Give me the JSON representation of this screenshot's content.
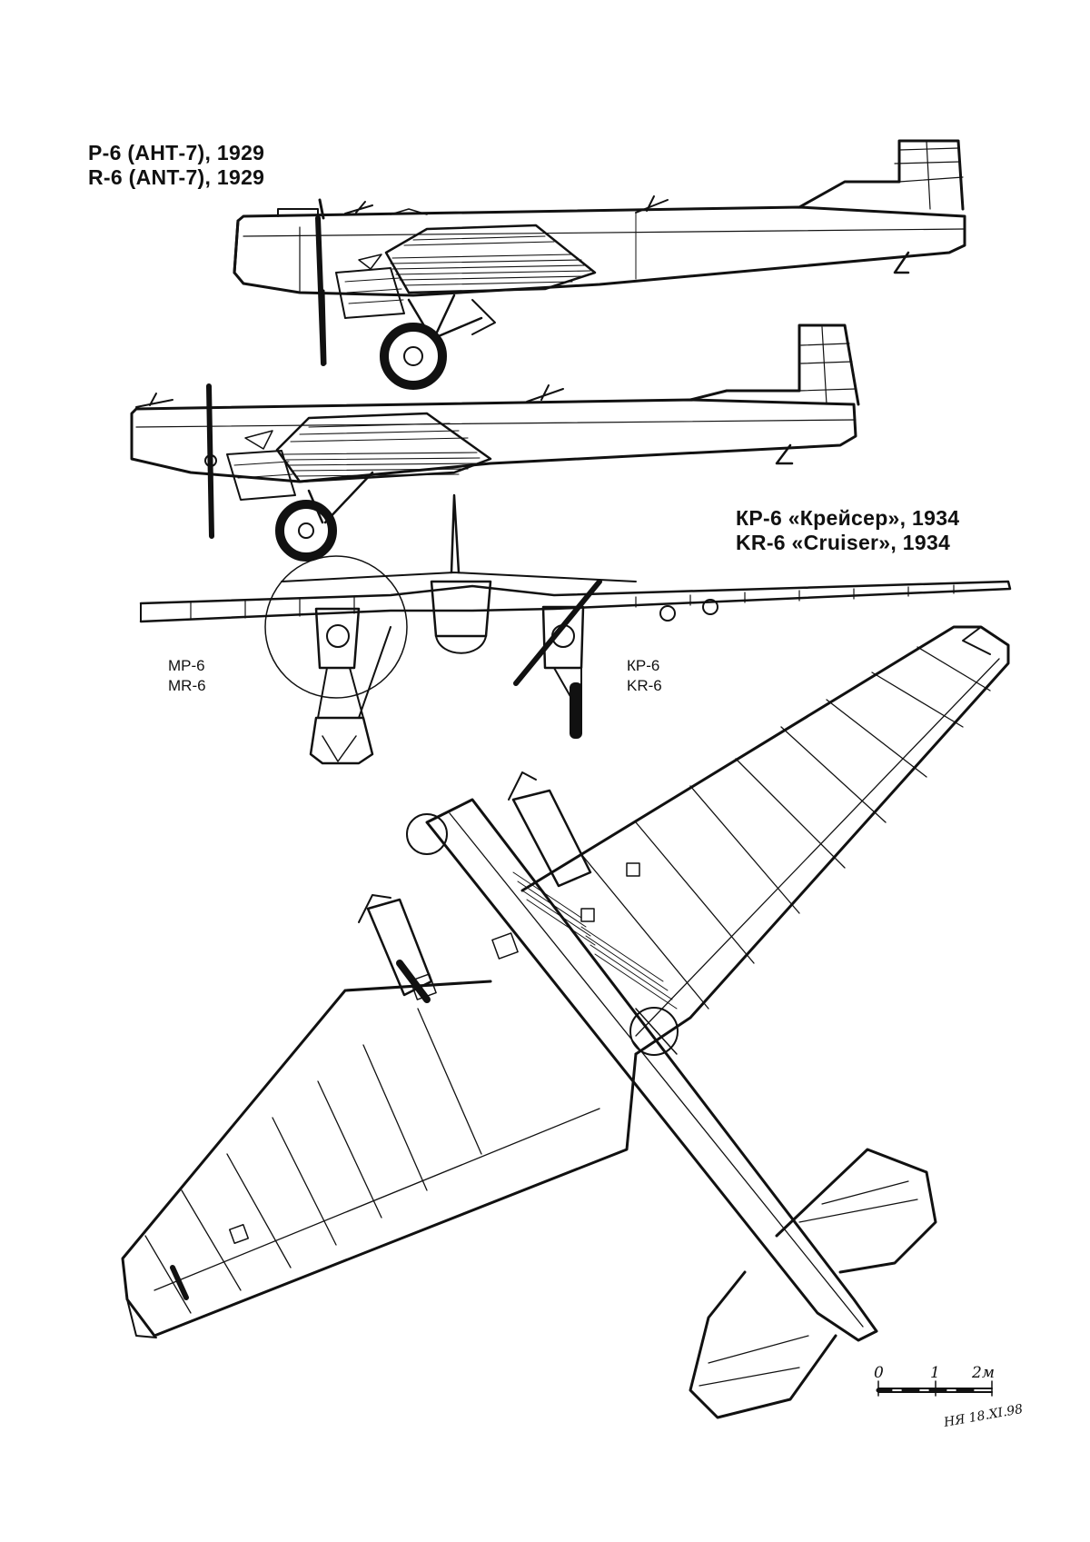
{
  "titles": {
    "main_ru": "Р-6 (АНТ-7), 1929",
    "main_en": "R-6 (ANT-7), 1929",
    "cruiser_ru": "КР-6 «Крейсер», 1934",
    "cruiser_en": "KR-6 «Cruiser», 1934"
  },
  "variants": {
    "left_ru": "МР-6",
    "left_en": "MR-6",
    "right_ru": "КР-6",
    "right_en": "KR-6"
  },
  "scale_bar": {
    "ticks": [
      "0",
      "1",
      "2м"
    ]
  },
  "signature": "НЯ 18.XI.98",
  "colors": {
    "ink": "#111111",
    "paper": "#ffffff"
  }
}
